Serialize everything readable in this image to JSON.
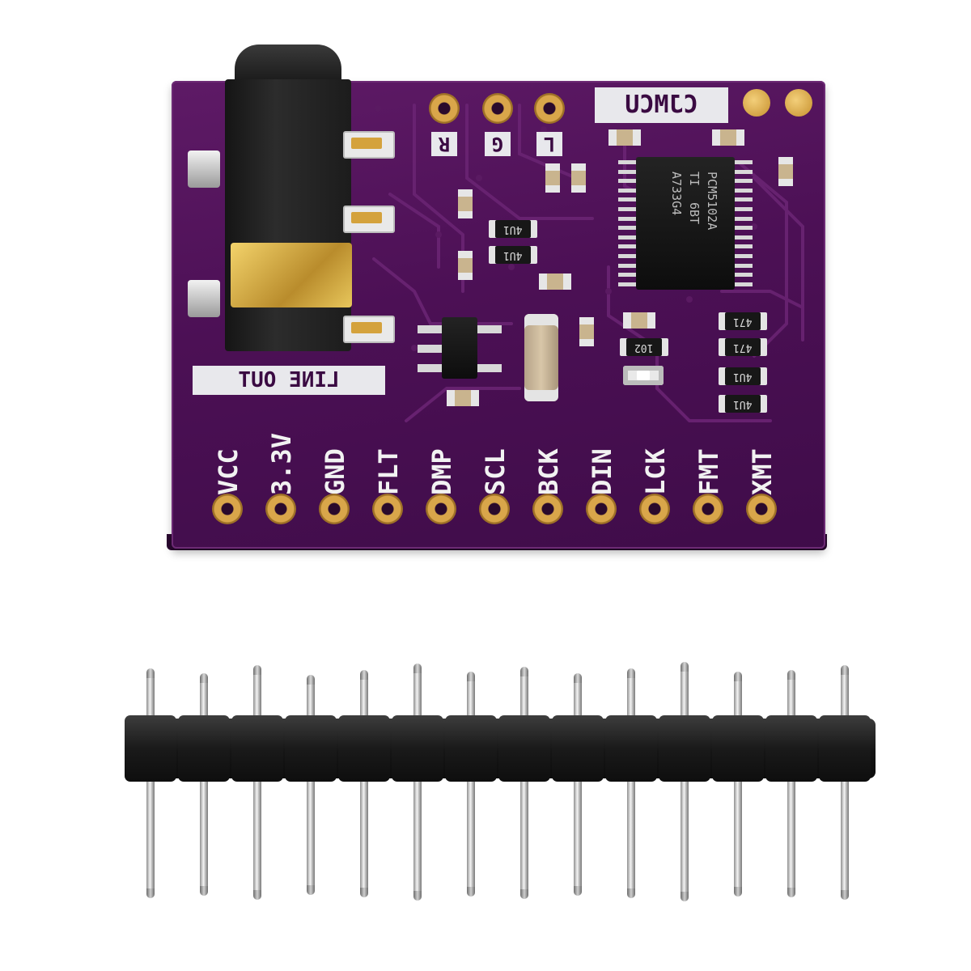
{
  "photo": {
    "subject": "",
    "board": {
      "brand": "CJMCU",
      "chip_marking": [
        "PCM5102A",
        "6BT",
        "A733G4"
      ],
      "chip_logo": "TI",
      "jack_label": "LINE OUT",
      "top_pads": [
        "R",
        "G",
        "L"
      ],
      "pins": [
        "VCC",
        "3.3V",
        "GND",
        "FLT",
        "DMP",
        "SCL",
        "BCK",
        "DIN",
        "LCK",
        "FMT",
        "XMT"
      ],
      "resistor_codes": [
        "4U1",
        "4U1",
        "102",
        "471",
        "471",
        "4U1",
        "4U1"
      ]
    },
    "header": {
      "pin_count": 14
    },
    "colors": {
      "pcb": "#4c1055",
      "silkscreen": "#ffffff",
      "pad_gold": "#d9a64a",
      "header_plastic": "#151515"
    }
  }
}
